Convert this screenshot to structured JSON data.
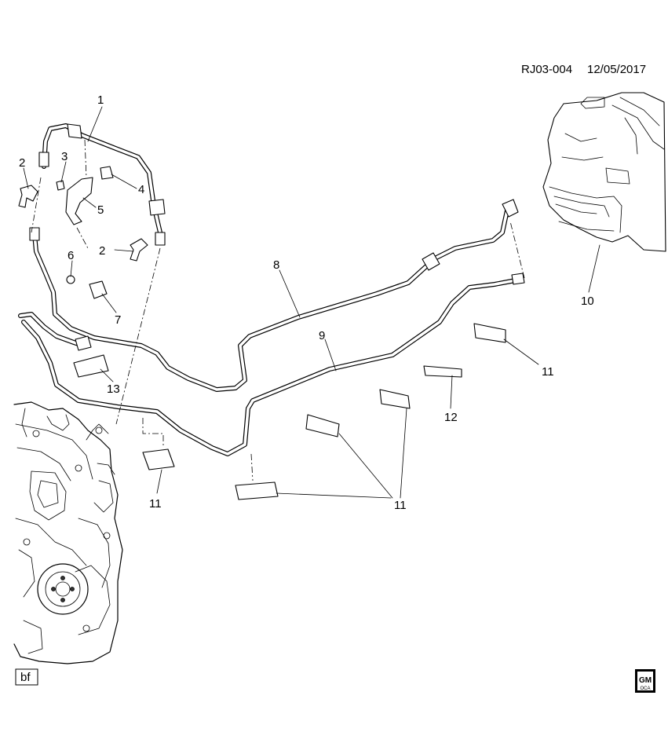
{
  "header": {
    "code": "RJ03-004",
    "date": "12/05/2017"
  },
  "footer": {
    "left_tag": "bf",
    "logo_top": "GM",
    "logo_bottom": "OCA"
  },
  "callouts": {
    "c1": "1",
    "c2a": "2",
    "c2b": "2",
    "c3": "3",
    "c4": "4",
    "c5": "5",
    "c6": "6",
    "c7": "7",
    "c8": "8",
    "c9": "9",
    "c10": "10",
    "c11_right": "11",
    "c11_left": "11",
    "c11_center": "11",
    "c12": "12",
    "c13": "13"
  }
}
